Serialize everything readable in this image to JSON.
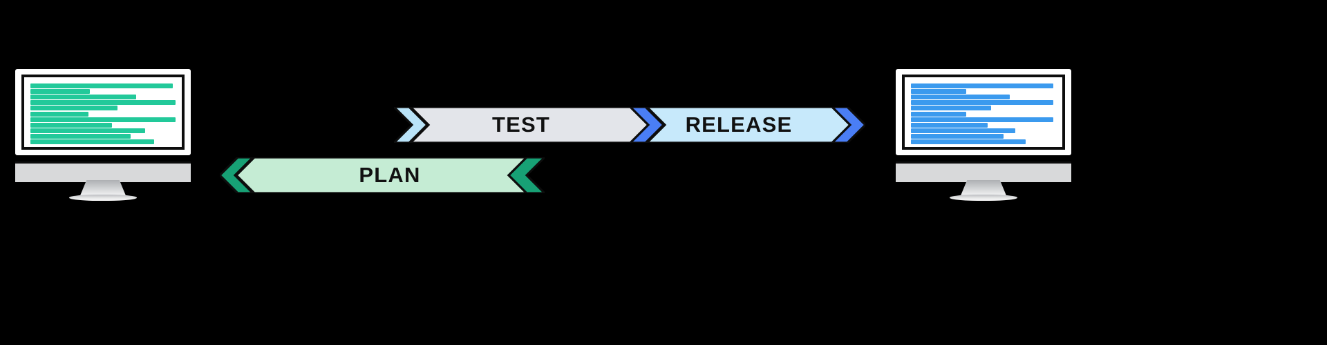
{
  "page": {
    "title": "DevOps pipeline: Plan / Test / Release",
    "background_color": "#000000"
  },
  "banners": [
    {
      "id": "test",
      "label": "TEST",
      "direction": "right",
      "body_color": "#e3e5ea",
      "chevron_color": "#b9e3f8",
      "outline_color": "#0d0d0d",
      "text_color": "#111111"
    },
    {
      "id": "release",
      "label": "RELEASE",
      "direction": "right",
      "body_color": "#c7e9fb",
      "chevron_color": "#4a7ef5",
      "outline_color": "#0d0d0d",
      "text_color": "#111111"
    },
    {
      "id": "plan",
      "label": "PLAN",
      "direction": "left",
      "body_color": "#c5ecd4",
      "chevron_color": "#17a175",
      "outline_color": "#0d0d0d",
      "text_color": "#111111"
    }
  ],
  "monitors": [
    {
      "id": "left",
      "side": "left",
      "code_color": "#22c99a",
      "bezel_color": "#ffffff",
      "frame_color": "#0d0d0d",
      "screen_color": "#ffffff",
      "stand_color": "#d8d9da",
      "code_line_widths": [
        98,
        41,
        73,
        100,
        60,
        40,
        100,
        56,
        79,
        69,
        85
      ]
    },
    {
      "id": "right",
      "side": "right",
      "code_color": "#3b9aee",
      "bezel_color": "#ffffff",
      "frame_color": "#0d0d0d",
      "screen_color": "#ffffff",
      "stand_color": "#d8d9da",
      "code_line_widths": [
        98,
        38,
        68,
        98,
        55,
        38,
        98,
        53,
        72,
        64,
        79
      ]
    }
  ]
}
